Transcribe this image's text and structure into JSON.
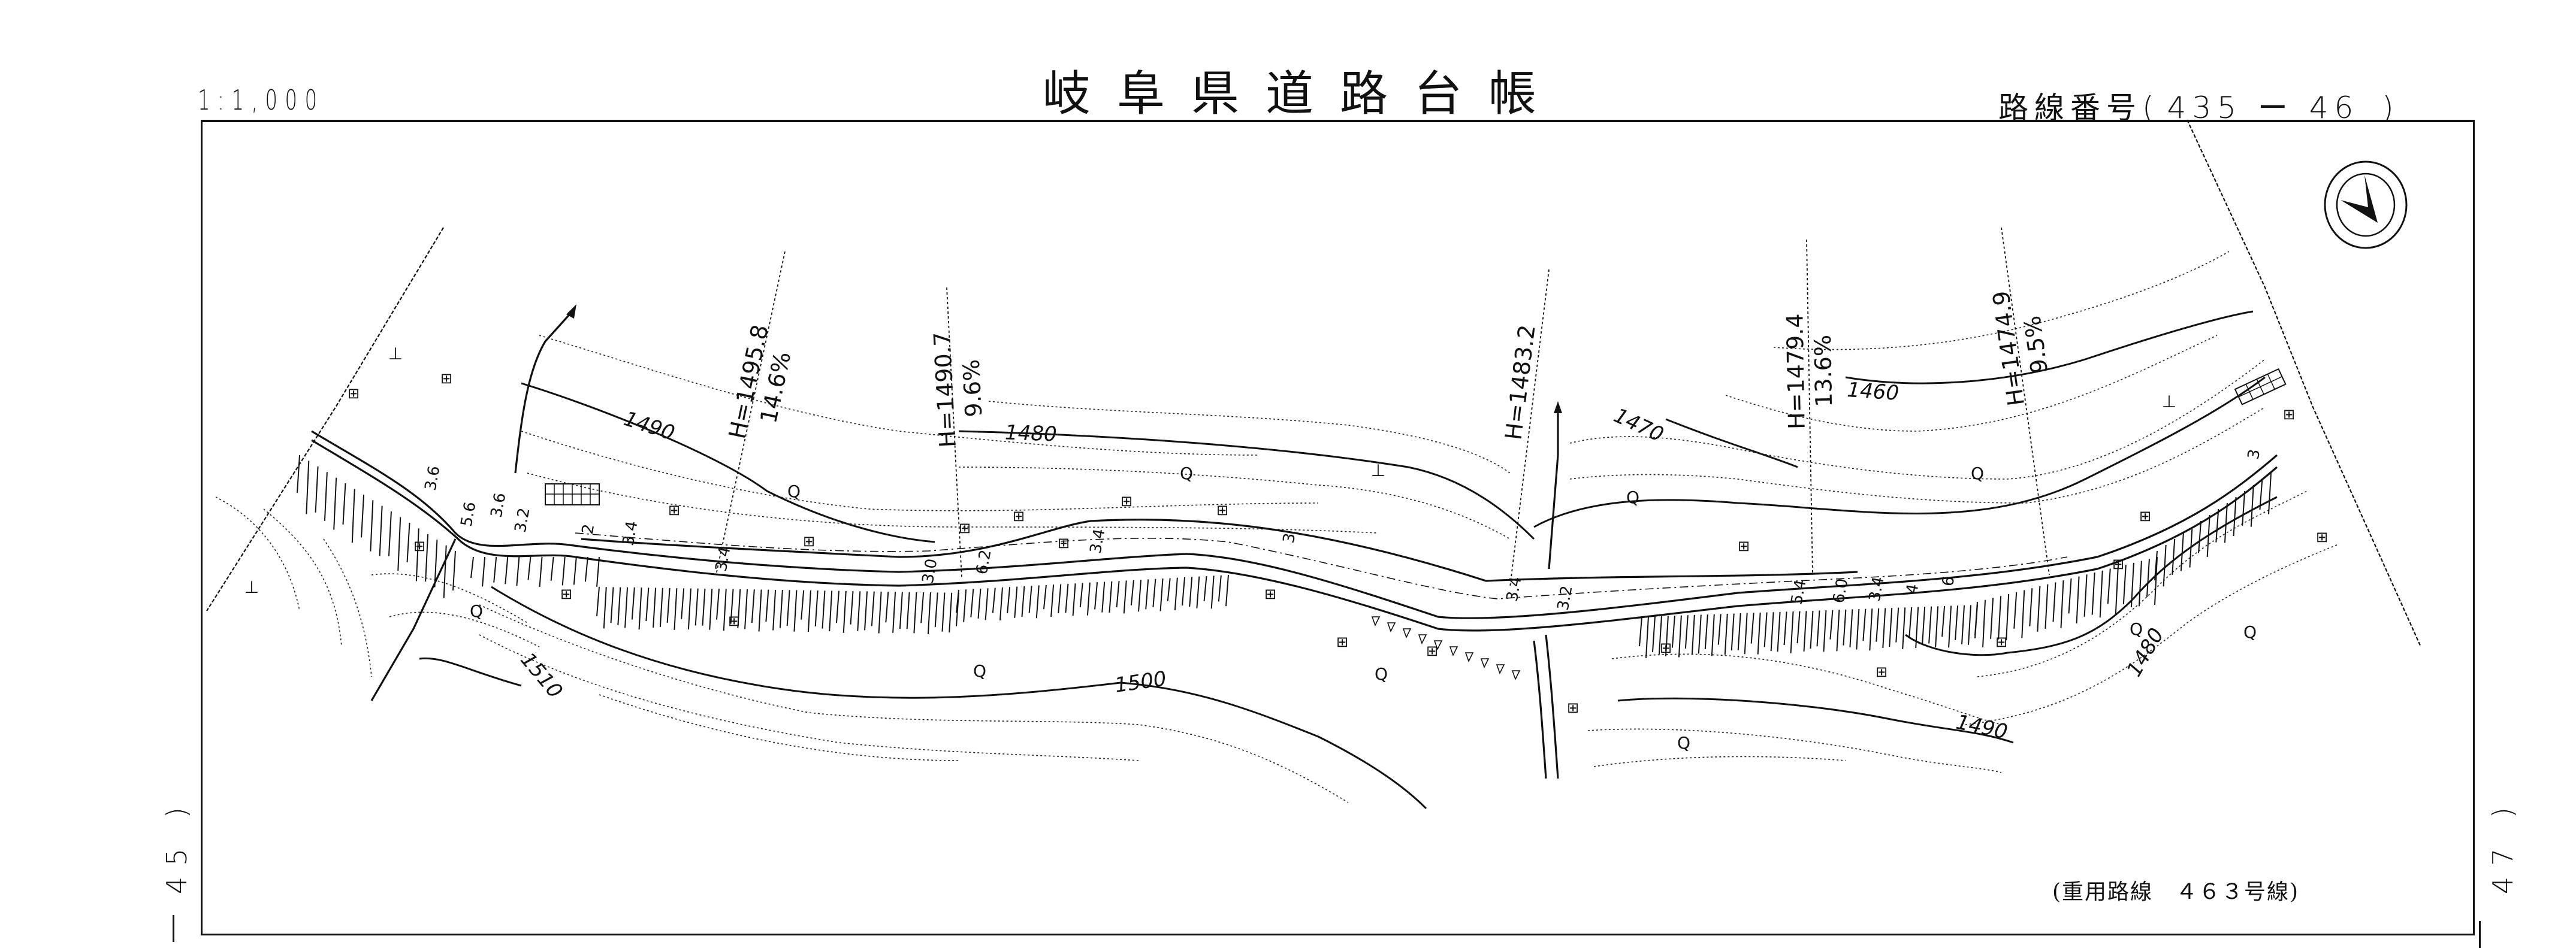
{
  "header": {
    "scale": "1:1,000",
    "title": "岐阜県道路台帳",
    "route_label": "路線番号",
    "route_number": "435 ー 46"
  },
  "margins": {
    "prev_sheet": "45",
    "next_sheet": "47"
  },
  "footer": {
    "overlap_note": "(重用路線　４６３号線)"
  },
  "map": {
    "north_arrow": "north-arrow-icon",
    "contour_labels": [
      "1490",
      "1480",
      "1470",
      "1460",
      "1510",
      "1500",
      "1490",
      "1480"
    ],
    "sections": [
      {
        "elevation": "H=1495.8",
        "grade": "14.6%"
      },
      {
        "elevation": "H=1490.7",
        "grade": "9.6%"
      },
      {
        "elevation": "H=1483.2",
        "grade": ""
      },
      {
        "elevation": "H=1479.4",
        "grade": "13.6%"
      },
      {
        "elevation": "H=1474.9",
        "grade": "9.5%"
      }
    ],
    "width_labels": [
      "3.6",
      "5.6",
      "3.6",
      "3.2",
      "2",
      "3.4",
      "3.4",
      "3.0",
      "6.2",
      "3.4",
      "3",
      "3.4",
      "3.2",
      "5.4",
      "6.0",
      "3.4",
      "4",
      "6",
      "3"
    ],
    "land_use_symbols": {
      "forest": "⊞",
      "broadleaf": "Q",
      "wasteland": "⊥"
    }
  }
}
